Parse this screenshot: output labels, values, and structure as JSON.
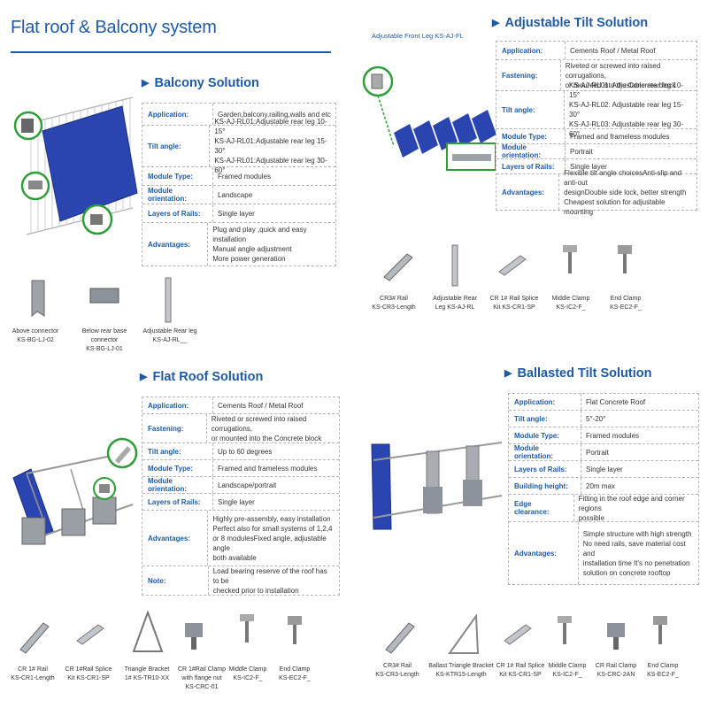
{
  "page_title": "Flat roof & Balcony system",
  "balcony": {
    "title": "Balcony Solution",
    "rows": [
      {
        "k": "Application:",
        "v": [
          "Garden,balcony,railing,walls and etc"
        ]
      },
      {
        "k": "Tilt angle:",
        "v": [
          "KS-AJ-RL01:Adjustable rear leg 10-15°",
          "KS-AJ-RL01:Adjustable rear leg 15-30°",
          "KS-AJ-RL01:Adjustable rear leg 30-60°"
        ]
      },
      {
        "k": "Module Type:",
        "v": [
          "Framed modules"
        ]
      },
      {
        "k": "Module orientation:",
        "v": [
          "Landscape"
        ]
      },
      {
        "k": "Layers of Rails:",
        "v": [
          "Single layer"
        ]
      },
      {
        "k": "Advantages:",
        "v": [
          "Plug and play ,quick and easy installation",
          "Manual angle adjustment",
          "More power generation"
        ]
      }
    ],
    "parts": [
      {
        "name": "Above connector",
        "code": "KS-BG-LJ-02"
      },
      {
        "name": "Below rear base connector",
        "code": "KS-BG-LJ-01"
      },
      {
        "name": "Adjustable Rear leg",
        "code": "KS-AJ-RL__"
      }
    ]
  },
  "adjustable": {
    "caption": "Adjustable Front Leg KS-AJ-FL",
    "title": "Adjustable Tilt Solution",
    "rows": [
      {
        "k": "Application:",
        "v": [
          "Cements Roof / Metal Roof"
        ]
      },
      {
        "k": "Fastening:",
        "v": [
          "Riveted or screwed into raised corrugations,",
          "or mounted into the Concrete block"
        ]
      },
      {
        "k": "Tilt angle:",
        "v": [
          "KS-AJ-RL01: Adjustable rear leg  10-15°",
          "KS-AJ-RL02: Adjustable rear leg  15-30°",
          "KS-AJ-RL03: Adjustable rear leg  30-60°"
        ]
      },
      {
        "k": "Module Type:",
        "v": [
          "Framed and frameless modules"
        ]
      },
      {
        "k": "Module orientation:",
        "v": [
          "Portrait"
        ]
      },
      {
        "k": "Layers of Rails:",
        "v": [
          "Single layer"
        ]
      },
      {
        "k": "Advantages:",
        "v": [
          "Flexible tilt angle choicesAnti-slip and anti-out",
          "designDouble side lock, better strength",
          "Cheapest solution for adjustable mounting"
        ]
      }
    ],
    "parts": [
      {
        "name": "CR3# Rail",
        "code": "KS-CR3-Length"
      },
      {
        "name": "Adjustable Rear",
        "code": "Leg KS-AJ-RL"
      },
      {
        "name": "CR 1# Rail Splice",
        "code": "Kit  KS-CR1-SP"
      },
      {
        "name": "Middle Clamp",
        "code": "KS-IC2-F_"
      },
      {
        "name": "End Clamp",
        "code": "KS-EC2-F_"
      }
    ]
  },
  "flat": {
    "title": "Flat Roof Solution",
    "rows": [
      {
        "k": "Application:",
        "v": [
          "Cements Roof / Metal Roof"
        ]
      },
      {
        "k": "Fastening:",
        "v": [
          "Riveted or screwed into raised corrugations,",
          "or mounted into the Concrete block"
        ]
      },
      {
        "k": "Tilt angle:",
        "v": [
          "Up to 60 degrees"
        ]
      },
      {
        "k": "Module Type:",
        "v": [
          "Framed and frameless modules"
        ]
      },
      {
        "k": "Module orientation:",
        "v": [
          "Landscape/portrait"
        ]
      },
      {
        "k": "Layers of Rails:",
        "v": [
          "Single layer"
        ]
      },
      {
        "k": "Advantages:",
        "v": [
          "Highly pre-assembly, easy installation",
          "Perfect also for small systems of 1,2,4",
          "or 8 modulesFixed angle, adjustable angle",
          "both available"
        ]
      },
      {
        "k": "Note:",
        "v": [
          "Load bearing reserve of the roof has to be",
          "checked prior to installation"
        ]
      }
    ],
    "parts": [
      {
        "name": "CR 1# Rail",
        "code": "KS-CR1-Length"
      },
      {
        "name": "CR 1#Rail Splice",
        "code": "Kit KS-CR1-SP"
      },
      {
        "name": "Triangle Bracket",
        "code": "1# KS-TR10-XX"
      },
      {
        "name": "CR 1#Rail Clamp",
        "code": "with flange nut",
        "code2": "KS-CRC-01"
      },
      {
        "name": "Middle Clamp",
        "code": "KS-IC2-F_"
      },
      {
        "name": "End Clamp",
        "code": "KS-EC2-F_"
      }
    ]
  },
  "ballasted": {
    "title": "Ballasted Tilt Solution",
    "rows": [
      {
        "k": "Application:",
        "v": [
          "Flat Concrete Roof"
        ]
      },
      {
        "k": "Tilt angle:",
        "v": [
          "5°-20°"
        ]
      },
      {
        "k": "Module Type:",
        "v": [
          "Framed modules"
        ]
      },
      {
        "k": "Module orientation:",
        "v": [
          "Portrait"
        ]
      },
      {
        "k": "Layers of Rails:",
        "v": [
          "Single layer"
        ]
      },
      {
        "k": "Building height:",
        "v": [
          "20m max"
        ]
      },
      {
        "k": "Edge clearance:",
        "v": [
          "Fitting in the roof edge and corner regions",
          "possible"
        ]
      },
      {
        "k": "Advantages:",
        "v": [
          "Simple structure with high strength",
          "No need rails, save material cost and",
          "installation time It's no penetration",
          "solution on concrete rooftop"
        ]
      }
    ],
    "parts": [
      {
        "name": "CR3# Rail",
        "code": "KS-CR3-Length"
      },
      {
        "name": "Ballast Triangle Bracket",
        "code": "KS-KTR15-Length"
      },
      {
        "name": "CR 1# Rail Splice",
        "code": "Kit  KS-CR1-SP"
      },
      {
        "name": "Middle Clamp",
        "code": "KS-IC2-F_"
      },
      {
        "name": "CR Rail Clamp",
        "code": "KS-CRC-2AN"
      },
      {
        "name": "End Clamp",
        "code": "KS-EC2-F_"
      }
    ]
  },
  "colors": {
    "brand_blue": "#1f5aa6",
    "panel_blue": "#2a45b0",
    "highlight_green": "#2e9e3a",
    "metal": "#a9adb3"
  }
}
